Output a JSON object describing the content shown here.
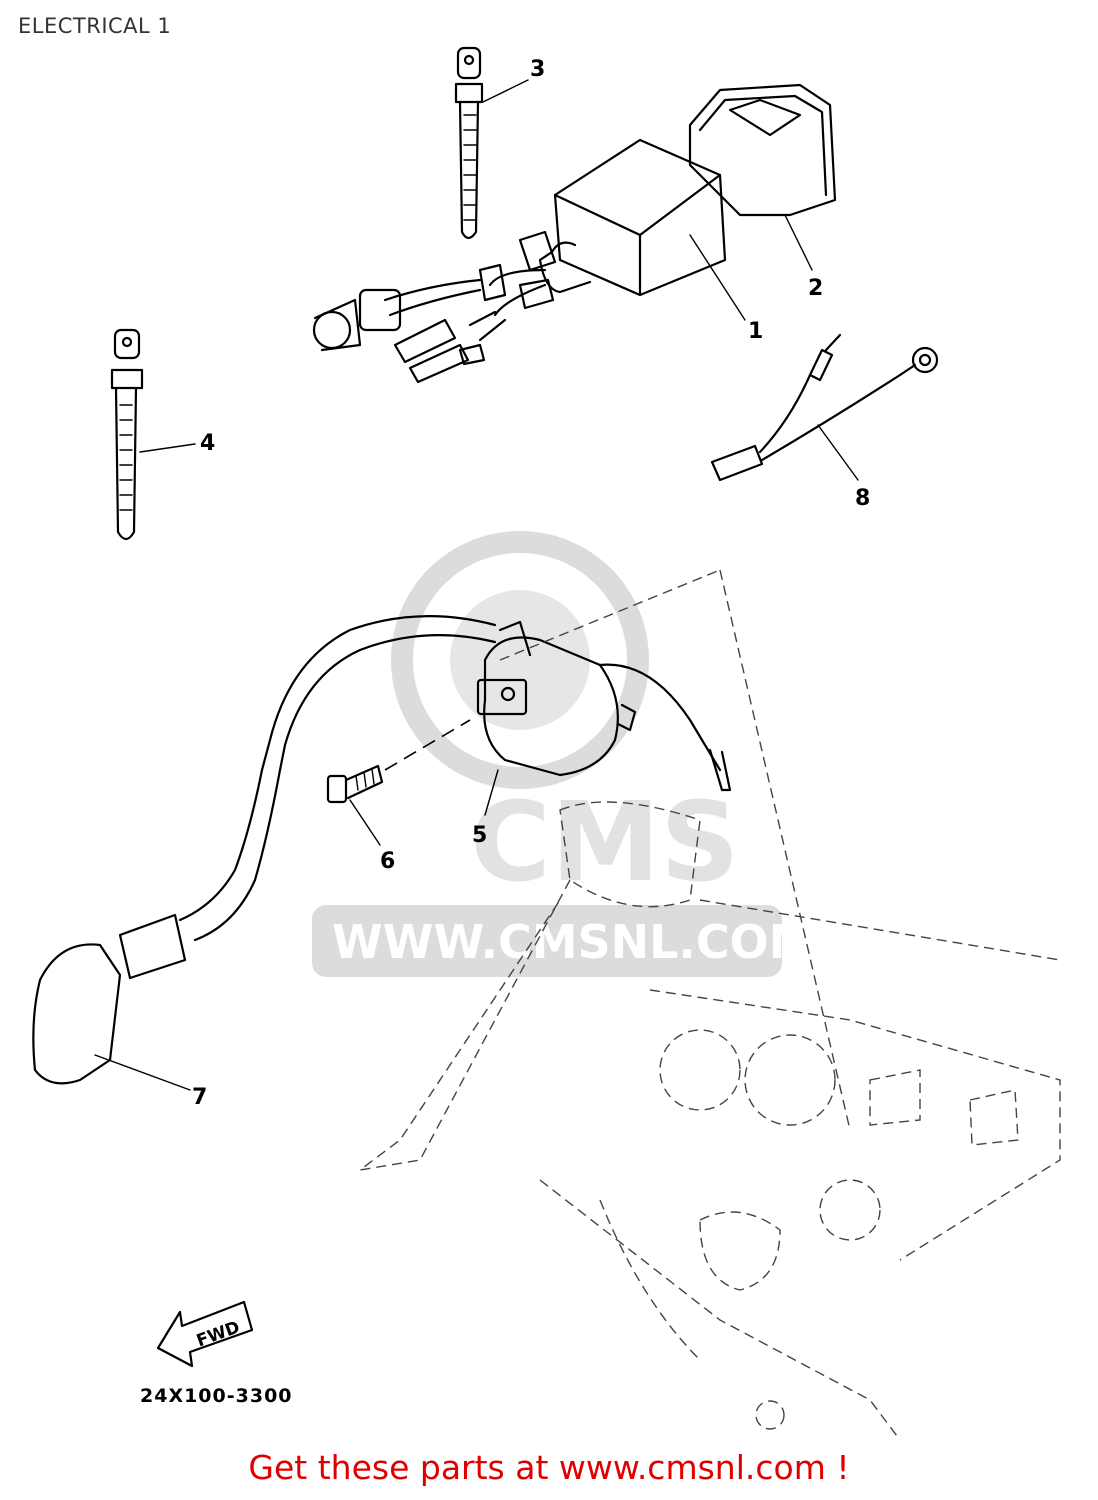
{
  "page": {
    "title": "ELECTRICAL 1"
  },
  "callouts": [
    {
      "id": "1",
      "label": "1"
    },
    {
      "id": "2",
      "label": "2"
    },
    {
      "id": "3",
      "label": "3"
    },
    {
      "id": "4",
      "label": "4"
    },
    {
      "id": "5",
      "label": "5"
    },
    {
      "id": "6",
      "label": "6"
    },
    {
      "id": "7",
      "label": "7"
    },
    {
      "id": "8",
      "label": "8"
    }
  ],
  "fwd_arrow": {
    "label": "FWD"
  },
  "diagram_code": "24X100-3300",
  "watermark": {
    "text": "WWW.CMSNL.COM",
    "logo": "CMS"
  },
  "footer": {
    "link_text": "Get these parts at www.cmsnl.com !"
  },
  "colors": {
    "footer": "#e00000",
    "watermark": "#dcdcdc",
    "lines": "#000000"
  }
}
